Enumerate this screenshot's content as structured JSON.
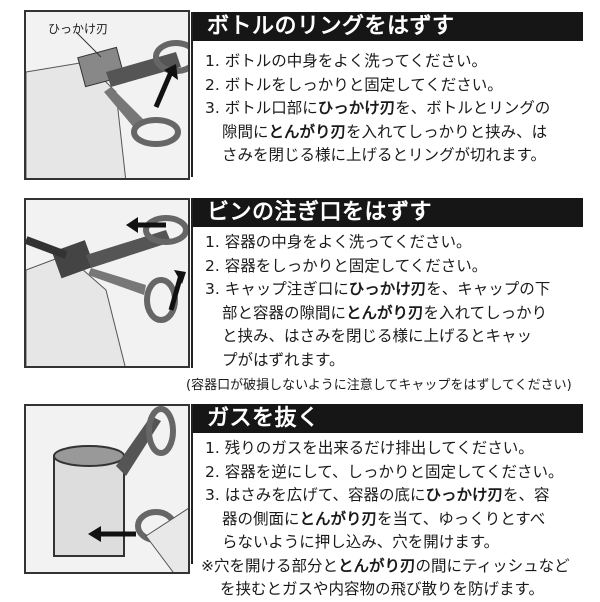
{
  "sections": [
    {
      "title": "ボトルのリングをはずす",
      "image_label": "ひっかけ刃",
      "lines": [
        {
          "cont": false,
          "segs": [
            {
              "t": "1. ボトルの中身をよく洗ってください。",
              "b": false
            }
          ]
        },
        {
          "cont": false,
          "segs": [
            {
              "t": "2. ボトルをしっかりと固定してください。",
              "b": false
            }
          ]
        },
        {
          "cont": false,
          "segs": [
            {
              "t": "3. ボトル口部に",
              "b": false
            },
            {
              "t": "ひっかけ刃",
              "b": true
            },
            {
              "t": "を、ボトルとリングの",
              "b": false
            }
          ]
        },
        {
          "cont": true,
          "segs": [
            {
              "t": "隙間に",
              "b": false
            },
            {
              "t": "とんがり刃",
              "b": true
            },
            {
              "t": "を入れてしっかりと挟み、は",
              "b": false
            }
          ]
        },
        {
          "cont": true,
          "segs": [
            {
              "t": "さみを閉じる様に上げるとリングが切れます。",
              "b": false
            }
          ]
        }
      ]
    },
    {
      "title": "ビンの注ぎ口をはずす",
      "lines": [
        {
          "cont": false,
          "segs": [
            {
              "t": "1. 容器の中身をよく洗ってください。",
              "b": false
            }
          ]
        },
        {
          "cont": false,
          "segs": [
            {
              "t": "2. 容器をしっかりと固定してください。",
              "b": false
            }
          ]
        },
        {
          "cont": false,
          "segs": [
            {
              "t": "3. キャップ注ぎ口に",
              "b": false
            },
            {
              "t": "ひっかけ刃",
              "b": true
            },
            {
              "t": "を、キャップの下",
              "b": false
            }
          ]
        },
        {
          "cont": true,
          "segs": [
            {
              "t": "部と容器の隙間に",
              "b": false
            },
            {
              "t": "とんがり刃",
              "b": true
            },
            {
              "t": "を入れてしっかり",
              "b": false
            }
          ]
        },
        {
          "cont": true,
          "segs": [
            {
              "t": "と挟み、はさみを閉じる様に上げるとキャッ",
              "b": false
            }
          ]
        },
        {
          "cont": true,
          "segs": [
            {
              "t": "プがはずれます。",
              "b": false
            }
          ]
        }
      ],
      "note": "(容器口が破損しないように注意してキャップをはずしてください)"
    },
    {
      "title": "ガスを抜く",
      "lines": [
        {
          "cont": false,
          "segs": [
            {
              "t": "1. 残りのガスを出来るだけ排出してください。",
              "b": false
            }
          ]
        },
        {
          "cont": false,
          "segs": [
            {
              "t": "2. 容器を逆にして、しっかりと固定してください。",
              "b": false
            }
          ]
        },
        {
          "cont": false,
          "segs": [
            {
              "t": "3. はさみを広げて、容器の底に",
              "b": false
            },
            {
              "t": "ひっかけ刃",
              "b": true
            },
            {
              "t": "を、容",
              "b": false
            }
          ]
        },
        {
          "cont": true,
          "segs": [
            {
              "t": "器の側面に",
              "b": false
            },
            {
              "t": "とんがり刃",
              "b": true
            },
            {
              "t": "を当て、ゆっくりとすべ",
              "b": false
            }
          ]
        },
        {
          "cont": true,
          "segs": [
            {
              "t": "らないように押し込み、穴を開けます。",
              "b": false
            }
          ]
        },
        {
          "cont": false,
          "segs": [
            {
              "t": "※穴を開ける部分と",
              "b": false
            },
            {
              "t": "とんがり刃",
              "b": true
            },
            {
              "t": "の間にティッシュなど",
              "b": false
            }
          ]
        },
        {
          "cont": true,
          "segs": [
            {
              "t": "を挟むとガスや内容物の飛び散りを防げます。",
              "b": false
            }
          ]
        }
      ]
    }
  ]
}
